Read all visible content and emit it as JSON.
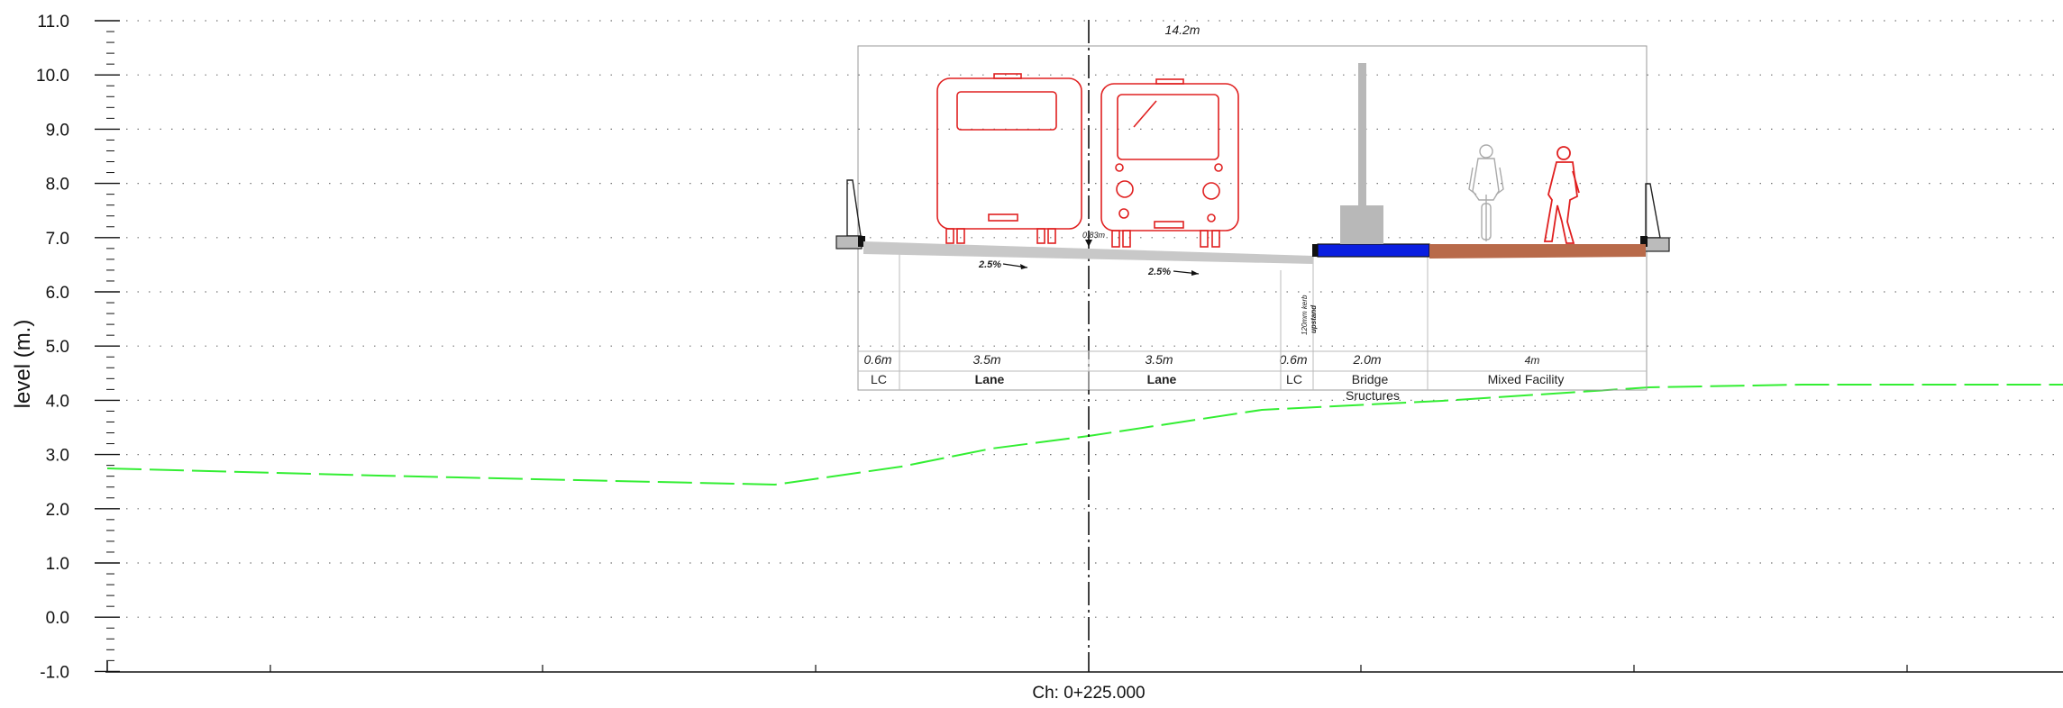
{
  "y_axis": {
    "title": "level (m.)",
    "ticks": [
      "11.0",
      "10.0",
      "9.0",
      "8.0",
      "7.0",
      "6.0",
      "5.0",
      "4.0",
      "3.0",
      "2.0",
      "1.0",
      "0.0",
      "-1.0"
    ]
  },
  "x_axis": {
    "chainage_label": "Ch: 0+225.000"
  },
  "section": {
    "total_width": "14.2m",
    "clearance": "0.83m",
    "kerb_note_1": "120mm kerb",
    "kerb_note_2": "upstand",
    "crossfall_1": "2.5%",
    "crossfall_2": "2.5%",
    "widths": [
      "0.6m",
      "3.5m",
      "3.5m",
      "0.6m",
      "2.0m",
      "4m"
    ],
    "names": [
      "LC",
      "Lane",
      "Lane",
      "LC",
      "Bridge",
      "Mixed Facility"
    ],
    "bridge_sub": "Sructures"
  },
  "colors": {
    "ground_line": "#33ee33",
    "vehicles": "#e02020",
    "bridge_structure": "#0a1ee0",
    "shared_path": "#b86a4a",
    "carriageway": "#c8c8c8"
  },
  "icons": [
    "bus-icon",
    "bus-icon",
    "lamp-post-icon",
    "cyclist-icon",
    "pedestrian-icon",
    "barrier-icon"
  ]
}
